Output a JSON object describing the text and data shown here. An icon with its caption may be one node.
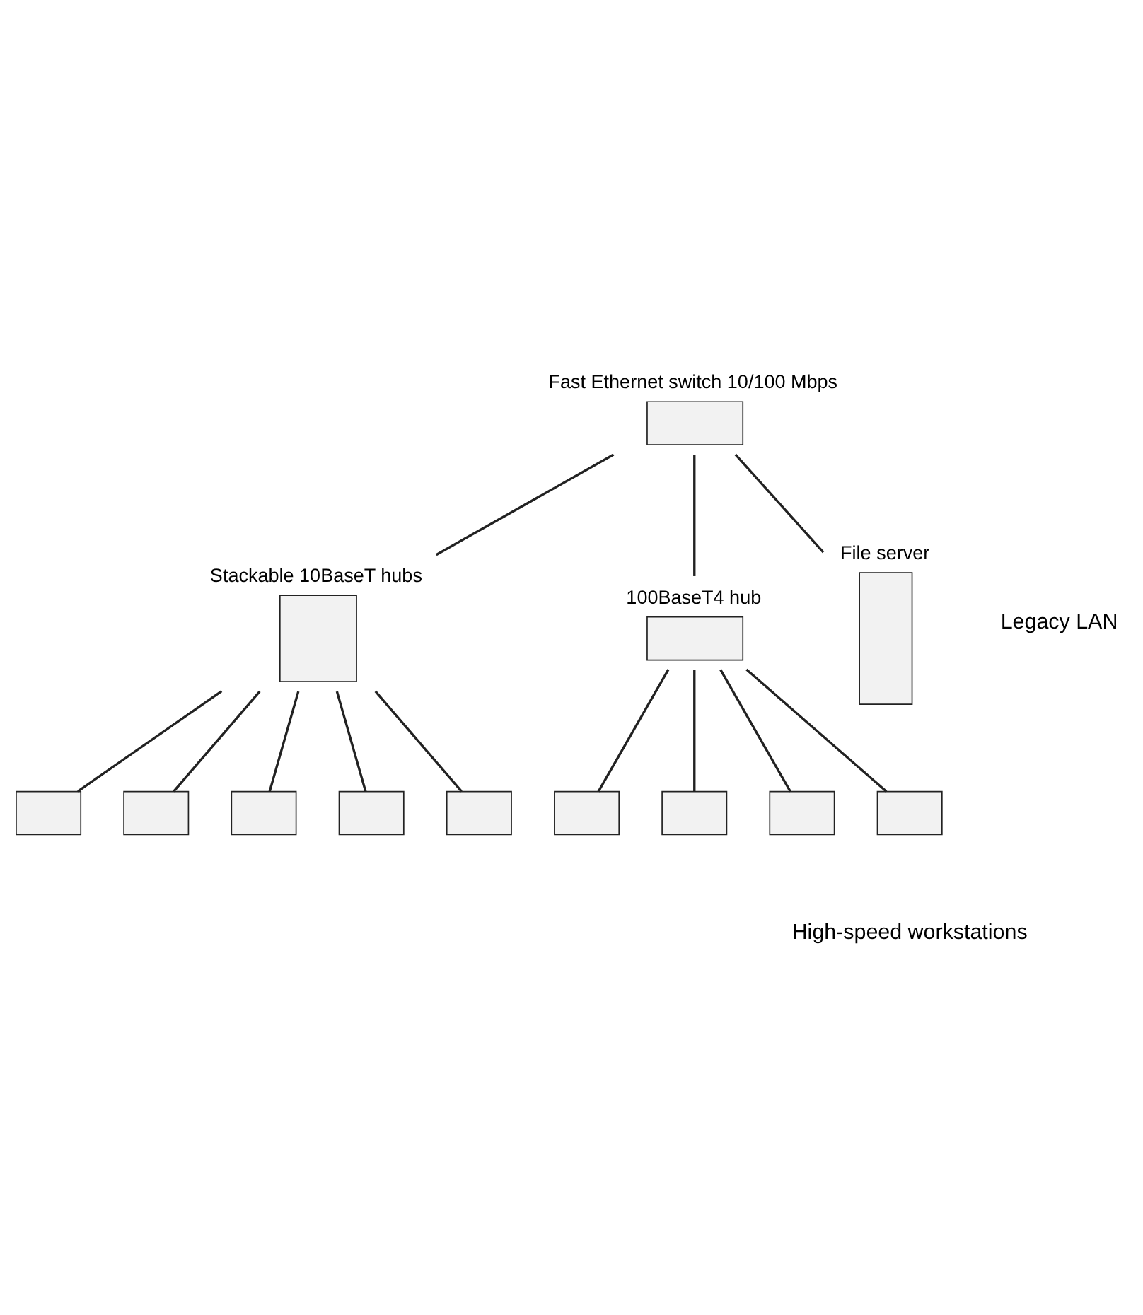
{
  "diagram": {
    "nodes": [
      {
        "text": [],
        "shape": "box",
        "beside": [
          "Fast Ethernet switch 10/100 Mbps"
        ]
      },
      {
        "text": [],
        "shape": "box",
        "beside": [
          "Stackable 10BaseT hubs"
        ]
      },
      {
        "text": [],
        "shape": "box",
        "beside": [
          "100BaseT4 hub"
        ]
      },
      {
        "text": [],
        "shape": "box",
        "beside": [
          "File server"
        ]
      },
      {
        "text": [],
        "shape": "box"
      },
      {
        "text": [],
        "shape": "box"
      },
      {
        "text": [],
        "shape": "box"
      },
      {
        "text": [],
        "shape": "box"
      },
      {
        "text": [],
        "shape": "box"
      },
      {
        "text": [],
        "shape": "box"
      },
      {
        "text": [],
        "shape": "box"
      },
      {
        "text": [],
        "shape": "box"
      },
      {
        "text": [],
        "shape": "box"
      }
    ],
    "edges": [
      {
        "from": 0,
        "to": 1,
        "arrow": "none"
      },
      {
        "from": 0,
        "to": 2,
        "arrow": "none"
      },
      {
        "from": 0,
        "to": 3,
        "arrow": "none"
      },
      {
        "from": 1,
        "to": 4,
        "arrow": "none"
      },
      {
        "from": 1,
        "to": 5,
        "arrow": "none"
      },
      {
        "from": 1,
        "to": 6,
        "arrow": "none"
      },
      {
        "from": 1,
        "to": 7,
        "arrow": "none"
      },
      {
        "from": 1,
        "to": 8,
        "arrow": "none"
      },
      {
        "from": 2,
        "to": 9,
        "arrow": "none"
      },
      {
        "from": 2,
        "to": 10,
        "arrow": "none"
      },
      {
        "from": 2,
        "to": 11,
        "arrow": "none"
      },
      {
        "from": 2,
        "to": 12,
        "arrow": "none"
      }
    ],
    "labels": [
      "Legacy LAN",
      "High-speed workstations"
    ]
  }
}
